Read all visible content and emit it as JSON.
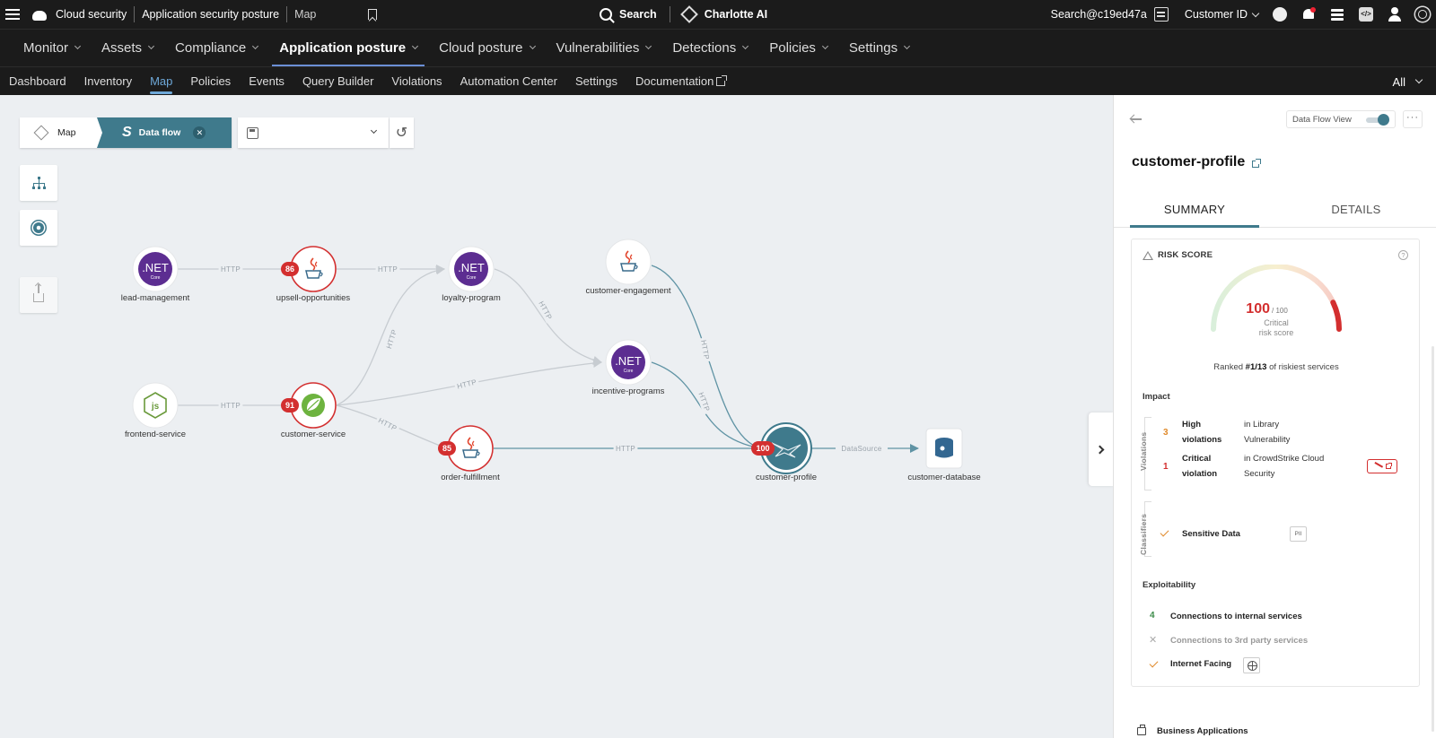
{
  "topbar": {
    "product": "Cloud security",
    "module": "Application security posture",
    "page": "Map",
    "search_label": "Search",
    "ai_label": "Charlotte AI",
    "account": "Search@c19ed47a",
    "customer_id": "Customer ID"
  },
  "nav": {
    "items": [
      {
        "label": "Monitor"
      },
      {
        "label": "Assets"
      },
      {
        "label": "Compliance"
      },
      {
        "label": "Application posture",
        "active": true
      },
      {
        "label": "Cloud posture"
      },
      {
        "label": "Vulnerabilities"
      },
      {
        "label": "Detections"
      },
      {
        "label": "Policies"
      },
      {
        "label": "Settings"
      }
    ]
  },
  "subnav": {
    "items": [
      "Dashboard",
      "Inventory",
      "Map",
      "Policies",
      "Events",
      "Query Builder",
      "Violations",
      "Automation Center",
      "Settings",
      "Documentation"
    ],
    "active": "Map",
    "scope": "All"
  },
  "canvas": {
    "mode_map": "Map",
    "mode_flow": "Data flow",
    "view_select_value": ""
  },
  "graph": {
    "nodes": [
      {
        "id": "lead",
        "label": "lead-management",
        "icon": ".NET",
        "type": "dotnet"
      },
      {
        "id": "upsell",
        "label": "upsell-opportunities",
        "icon": "java",
        "type": "java",
        "score": "86"
      },
      {
        "id": "loyalty",
        "label": "loyalty-program",
        "icon": ".NET",
        "type": "dotnet"
      },
      {
        "id": "engage",
        "label": "customer-engagement",
        "icon": "java",
        "type": "java"
      },
      {
        "id": "frontend",
        "label": "frontend-service",
        "icon": "js",
        "type": "node"
      },
      {
        "id": "custsvc",
        "label": "customer-service",
        "icon": "spring",
        "type": "spring",
        "score": "91"
      },
      {
        "id": "incentive",
        "label": "incentive-programs",
        "icon": ".NET",
        "type": "dotnet"
      },
      {
        "id": "order",
        "label": "order-fulfillment",
        "icon": "java",
        "type": "java",
        "score": "85"
      },
      {
        "id": "profile",
        "label": "customer-profile",
        "icon": "falcon",
        "type": "selected",
        "score": "100"
      },
      {
        "id": "db",
        "label": "customer-database",
        "icon": "postgres",
        "type": "database"
      }
    ],
    "edges": [
      {
        "from": "lead",
        "to": "upsell",
        "label": "HTTP"
      },
      {
        "from": "upsell",
        "to": "loyalty",
        "label": "HTTP"
      },
      {
        "from": "frontend",
        "to": "custsvc",
        "label": "HTTP"
      },
      {
        "from": "custsvc",
        "to": "loyalty",
        "label": "HTTP"
      },
      {
        "from": "custsvc",
        "to": "incentive",
        "label": "HTTP"
      },
      {
        "from": "custsvc",
        "to": "order",
        "label": "HTTP"
      },
      {
        "from": "loyalty",
        "to": "incentive",
        "label": "HTTP"
      },
      {
        "from": "engage",
        "to": "profile",
        "label": "HTTP"
      },
      {
        "from": "incentive",
        "to": "profile",
        "label": "HTTP"
      },
      {
        "from": "order",
        "to": "profile",
        "label": "HTTP"
      },
      {
        "from": "profile",
        "to": "db",
        "label": "DataSource"
      }
    ]
  },
  "panel": {
    "view_toggle_label": "Data Flow View",
    "more_label": "···",
    "title": "customer-profile",
    "tabs": [
      "SUMMARY",
      "DETAILS"
    ],
    "risk": {
      "heading": "RISK SCORE",
      "score": "100",
      "max": "/ 100",
      "fraction": 1.0,
      "level_line1": "Critical",
      "level_line2": "risk score",
      "ranked_prefix": "Ranked ",
      "ranked_value": "#1/13",
      "ranked_suffix": " of riskiest services"
    },
    "impact": {
      "title": "Impact",
      "violations_label": "Violations",
      "classifiers_label": "Classifiers",
      "rows": [
        {
          "count": "3",
          "label_1": "High",
          "label_2": "violations",
          "desc_1": "in Library",
          "desc_2": "Vulnerability",
          "color": "#e08a2b"
        },
        {
          "count": "1",
          "label_1": "Critical",
          "label_2": "violation",
          "desc_1": "in CrowdStrike Cloud",
          "desc_2": "Security",
          "color": "#d32f2f"
        }
      ],
      "classifier": "Sensitive Data",
      "classifier_badge": "PII"
    },
    "exploitability": {
      "title": "Exploitability",
      "internal_count": "4",
      "internal_label": "Connections to internal services",
      "third_party_label": "Connections to 3rd party services",
      "internet_label": "Internet Facing"
    },
    "business_apps": "Business Applications"
  },
  "colors": {
    "accent": "#3f7a8c",
    "critical": "#d32f2f",
    "high": "#e08a2b",
    "dotnet": "#5c2d91"
  }
}
